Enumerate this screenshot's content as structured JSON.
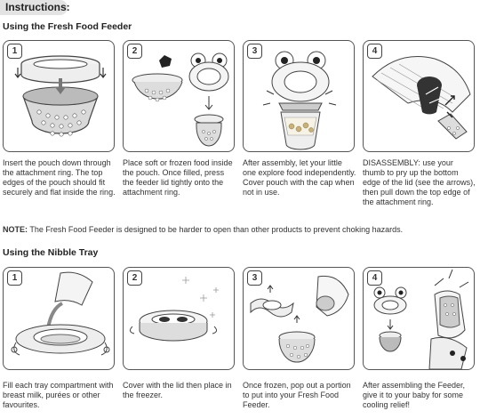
{
  "header": {
    "title": "Instructions:"
  },
  "section1": {
    "title": "Using the Fresh Food Feeder",
    "steps": [
      {
        "num": "1",
        "caption": "Insert the pouch down through the attachment ring. The top edges of the pouch should fit securely and flat inside the ring."
      },
      {
        "num": "2",
        "caption": "Place soft or frozen food inside the pouch. Once filled, press the feeder lid tightly onto the attachment ring."
      },
      {
        "num": "3",
        "caption": "After assembly, let your little one explore food independently. Cover pouch with the cap when not in use."
      },
      {
        "num": "4",
        "caption": "DISASSEMBLY: use your thumb to pry up the bottom edge of the lid (see the arrows), then pull down the top edge of the attachment ring."
      }
    ]
  },
  "note": {
    "label": "NOTE:",
    "text": "The Fresh Food Feeder is designed to be harder to open than other products to prevent choking hazards."
  },
  "section2": {
    "title": "Using the Nibble Tray",
    "steps": [
      {
        "num": "1",
        "caption": "Fill each tray compartment with breast milk, purées or other favourites."
      },
      {
        "num": "2",
        "caption": "Cover with the lid then place in the freezer."
      },
      {
        "num": "3",
        "caption": "Once frozen, pop out a portion to put into your Fresh Food Feeder."
      },
      {
        "num": "4",
        "caption": "After assembling the Feeder, give it to your baby for some cooling relief!"
      }
    ]
  }
}
